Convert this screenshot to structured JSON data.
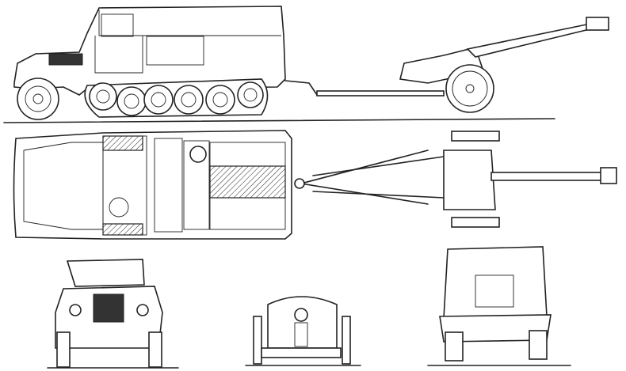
{
  "drawing": {
    "views": [
      "side-view",
      "top-view",
      "front-view",
      "gun-rear-view",
      "rear-view"
    ],
    "colors": {
      "ink": "#222222",
      "paper": "#ffffff"
    }
  }
}
